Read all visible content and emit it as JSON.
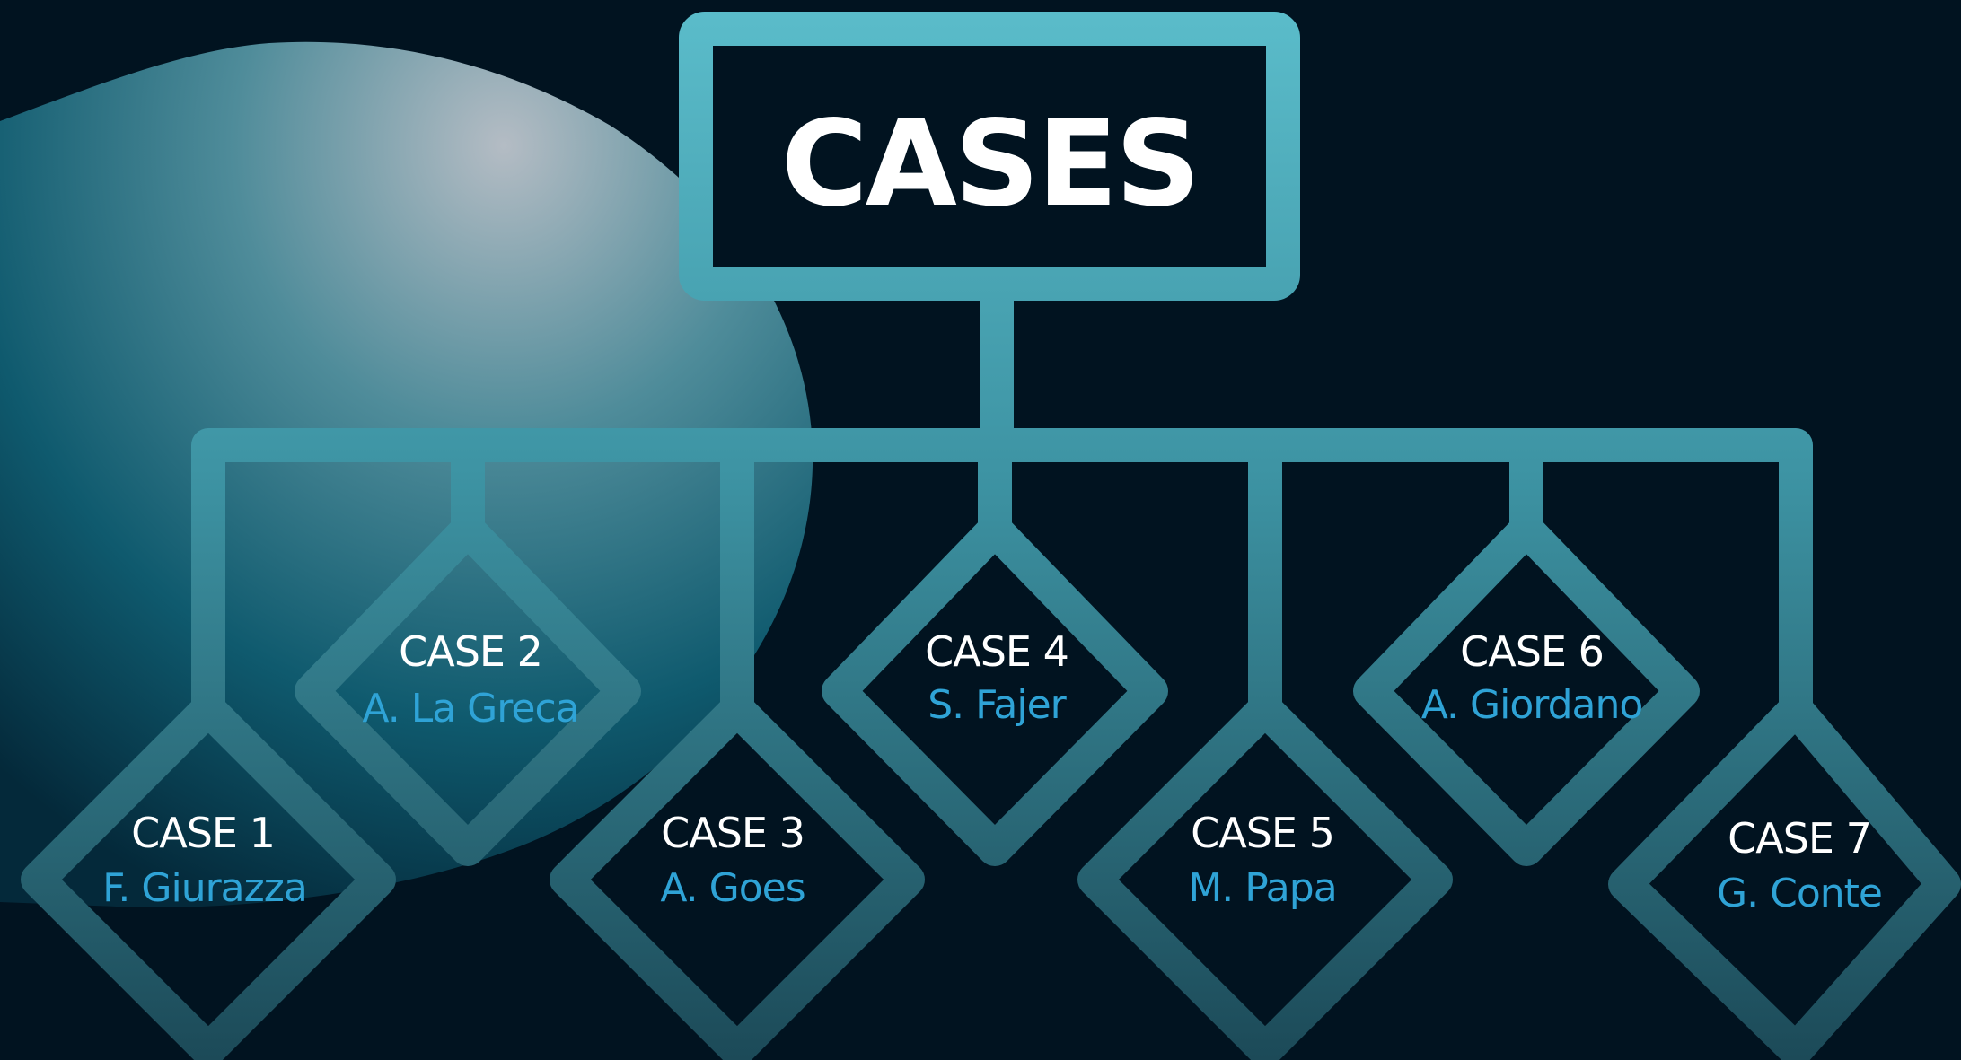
{
  "diagram": {
    "title": "CASES",
    "colors": {
      "background": "#011320",
      "frame_top": "#5bbdcb",
      "frame_bottom": "#1c4a58",
      "name_text": "#2fa3d6",
      "label_text": "#ffffff"
    },
    "cases": [
      {
        "label": "CASE 1",
        "name": "F. Giurazza"
      },
      {
        "label": "CASE 2",
        "name": "A. La Greca"
      },
      {
        "label": "CASE 3",
        "name": "A. Goes"
      },
      {
        "label": "CASE 4",
        "name": "S. Fajer"
      },
      {
        "label": "CASE 5",
        "name": "M. Papa"
      },
      {
        "label": "CASE 6",
        "name": "A. Giordano"
      },
      {
        "label": "CASE 7",
        "name": "G. Conte"
      }
    ]
  }
}
